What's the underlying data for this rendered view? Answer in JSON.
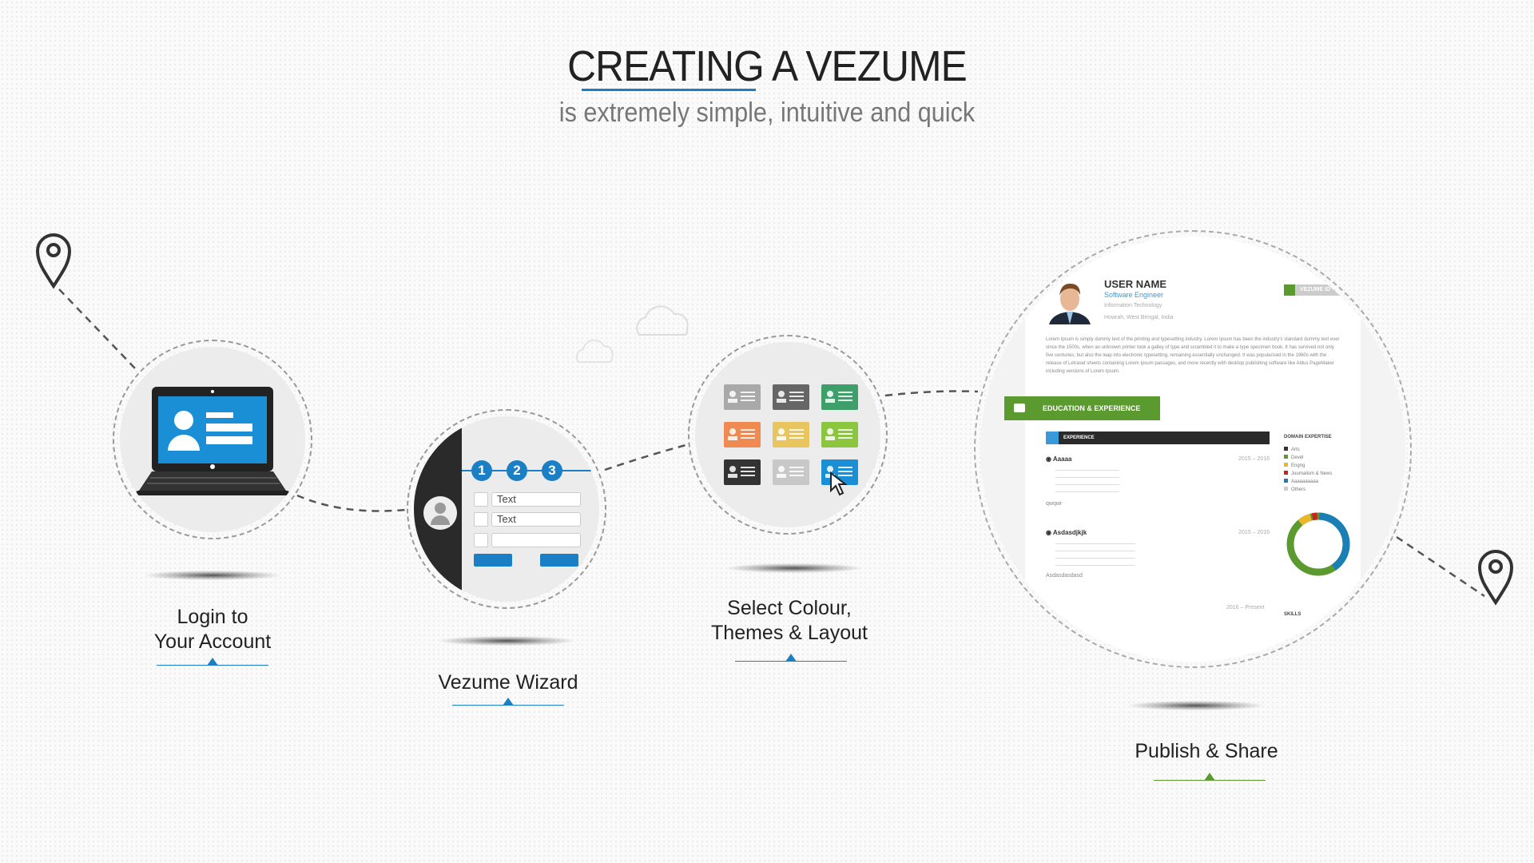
{
  "header": {
    "title": "CREATING A VEZUME",
    "subtitle": "is extremely simple, intuitive and quick"
  },
  "steps": [
    {
      "label_line1": "Login to",
      "label_line2": "Your Account"
    },
    {
      "label": "Vezume Wizard"
    },
    {
      "label_line1": "Select Colour,",
      "label_line2": "Themes & Layout"
    },
    {
      "label": "Publish & Share"
    }
  ],
  "wizard": {
    "steps": [
      "1",
      "2",
      "3"
    ],
    "fields": [
      "Text",
      "Text",
      ""
    ]
  },
  "resume": {
    "name": "USER NAME",
    "role": "Software Engineer",
    "industry": "Information Technology",
    "location": "Howrah, West Bengal, India",
    "badge": "VEZUME ID",
    "summary": "Lorem Ipsum is simply dummy text of the printing and typesetting industry. Lorem Ipsum has been the industry's standard dummy text ever since the 1500s, when an unknown printer took a galley of type and scrambled it to make a type specimen book. It has survived not only five centuries, but also the leap into electronic typesetting, remaining essentially unchanged. It was popularised in the 1960s with the release of Letraset sheets containing Lorem Ipsum passages, and more recently with desktop publishing software like Aldus PageMaker including versions of Lorem Ipsum.",
    "section": "EDUCATION & EXPERIENCE",
    "subsection": "EXPERIENCE",
    "jobs": [
      {
        "title": "Aaaaa",
        "dates": "2015 – 2016",
        "desc": "qwqwr"
      },
      {
        "title": "Asdasdjkjk",
        "dates": "2015 – 2016",
        "desc": "Asdasdasdasd"
      }
    ],
    "third_dates": "2016 – Present",
    "domain_title": "DOMAIN EXPERTISE",
    "domains": [
      {
        "name": "Arts",
        "color": "#333333"
      },
      {
        "name": "Devel",
        "color": "#5a9a2e"
      },
      {
        "name": "Engng",
        "color": "#e8b828"
      },
      {
        "name": "Journalism & News",
        "color": "#cc2222"
      },
      {
        "name": "Aaaaaaaaaa",
        "color": "#1a7fb4"
      },
      {
        "name": "Others",
        "color": "#cccccc"
      }
    ],
    "skills_title": "SKILLS"
  },
  "colors": {
    "accent": "#1a7fc4",
    "green": "#5a9a2e"
  }
}
